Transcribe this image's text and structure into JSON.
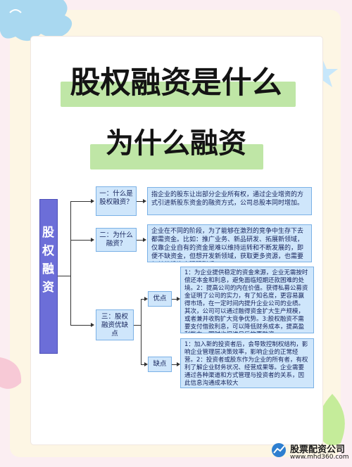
{
  "page": {
    "title_line1": "股权融资是什么",
    "title_line2": "为什么融资"
  },
  "mindmap": {
    "root_label": "股权融资",
    "branches": [
      {
        "question": "一：什么是股权融资？",
        "description": "指企业的股东让出部分企业所有权，通过企业增资的方式引进新股东资金的融资方式，公司总股本同时增加。"
      },
      {
        "question": "二：为什么融资？",
        "description": "企业在不同的阶段，为了能够在激烈的竞争中生存下去都需资金。比如：推广业务、新品研发、拓展新领域，仅靠企业自有的资金是难以维持运转和不断发展的，即便不缺资金，但想开发新领域，获取更多资源，也需要与其他投资方强强联手。"
      },
      {
        "question": "三：股权融资优缺点",
        "sub": [
          {
            "label": "优点",
            "description": "1：为企业提供稳定的资金来源，企业无需按时偿还本金和利息，避免面临短期还款困难的处境。2：提高公司的内在价值。获得私募公募资金证明了公司的实力，有了知名度，更容易赢得市场，在一定时间内提升企业公司的业绩。其次，公司可以通过融得资金扩大生产规模，或者兼并收购扩大竞争优势。3:股权融资不需要支付借款利息，可以降低财务成本，提高盈利能力，同时也促进日后的再融资。"
          },
          {
            "label": "缺点",
            "description": "1：加入新的投资者后，会导致控制权结构，影响企业管理层决策效率，影响企业的正常经营。2：投资者或股东作为企业的所有者，有权利了解企业财务状况、经营成果等。企业需要通过各种渠道和方式管理与投资者的关系，因此信息沟通成本较大"
          }
        ]
      }
    ]
  },
  "footer": {
    "brand_name": "股票配资公司",
    "brand_url": "www.mhd360.com"
  },
  "colors": {
    "root_fill": "#6c6ed8",
    "node_fill": "#cfe6fb",
    "node_border": "#7ab1e6",
    "title_highlight": "#bfe6a6"
  }
}
